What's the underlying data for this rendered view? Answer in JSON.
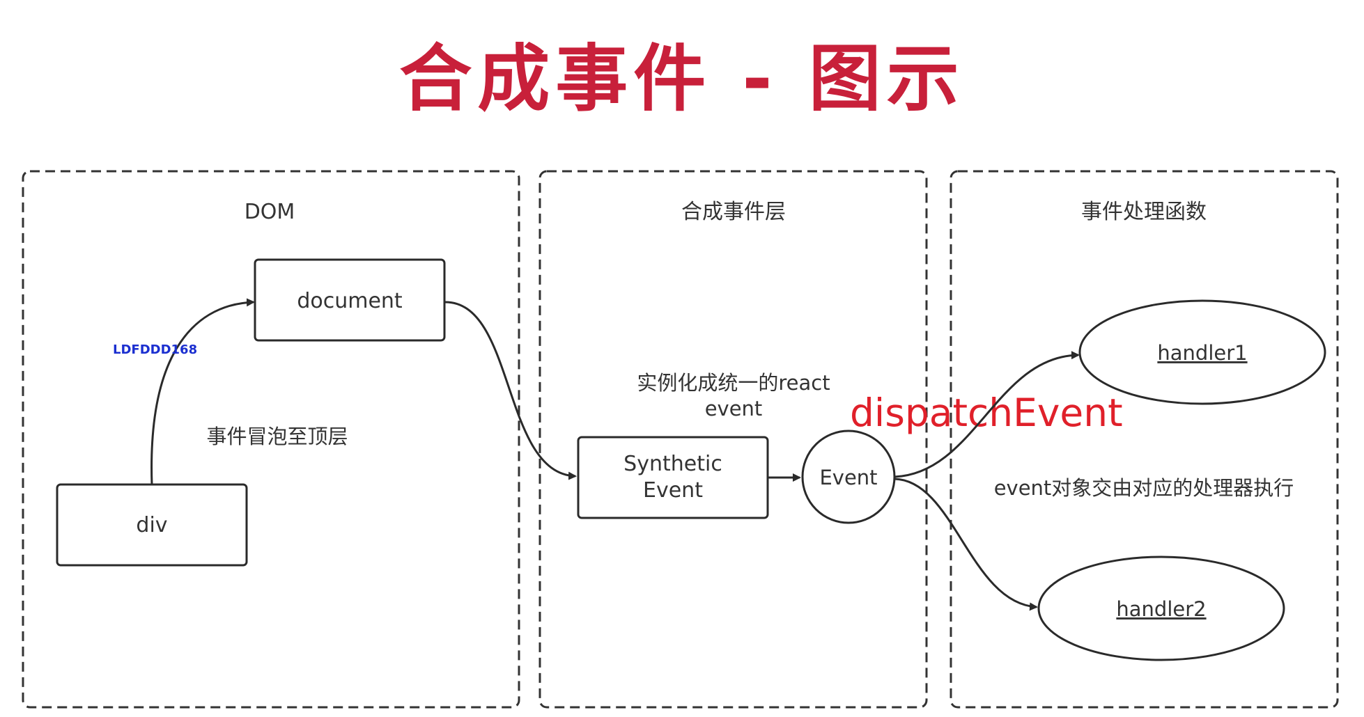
{
  "title": "合成事件 - 图示",
  "watermark": "LDFDDD168",
  "colors": {
    "title": "#c8203a",
    "dispatch": "#e0202a",
    "stroke": "#2a2a2a",
    "watermark": "#1b2fd0"
  },
  "panels": {
    "dom": {
      "title": "DOM",
      "note": "事件冒泡至顶层"
    },
    "synthetic": {
      "title": "合成事件层",
      "note_line1": "实例化成统一的react",
      "note_line2": "event"
    },
    "handlers": {
      "title": "事件处理函数",
      "note": "event对象交由对应的处理器执行"
    }
  },
  "nodes": {
    "div": "div",
    "document": "document",
    "synthetic_line1": "Synthetic",
    "synthetic_line2": "Event",
    "event": "Event",
    "handler1": "handler1",
    "handler2": "handler2"
  },
  "dispatch_label": "dispatchEvent"
}
